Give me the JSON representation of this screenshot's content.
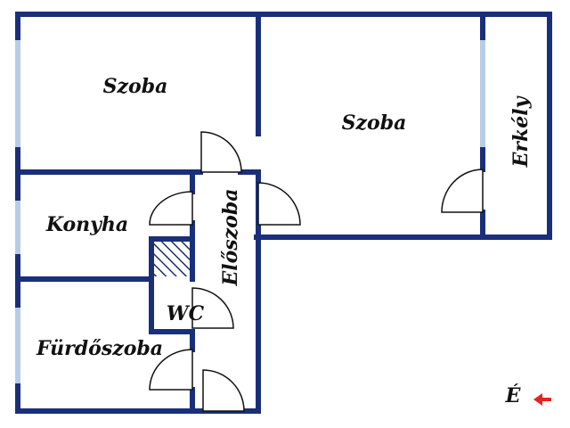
{
  "floorplan": {
    "wall_color": "#1a2f7a",
    "window_color": "#b7cde6",
    "hatch_color": "#1a2f7a",
    "compass_arrow_color": "#e8231d",
    "rooms": {
      "szoba_left": "Szoba",
      "szoba_right": "Szoba",
      "erkely": "Erkély",
      "konyha": "Konyha",
      "eloszoba": "Előszoba",
      "wc": "WC",
      "furdoszoba": "Fürdőszoba"
    },
    "compass": {
      "north_label": "É",
      "arrow_icon": "arrow-left-icon"
    }
  }
}
